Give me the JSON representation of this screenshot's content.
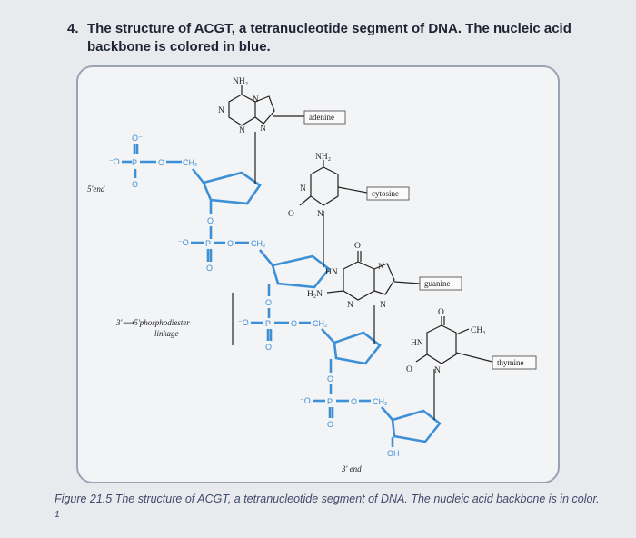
{
  "question": {
    "number": "4.",
    "text": "The structure of ACGT, a tetranucleotide segment of DNA. The nucleic acid backbone is colored in blue."
  },
  "diagram": {
    "end_labels": {
      "five_prime": "5'end",
      "three_prime": "3' end"
    },
    "linkage_label": {
      "line1": "3'⟶5'phosphodiester",
      "line2": "linkage"
    },
    "bases": {
      "adenine": "adenine",
      "cytosine": "cytosine",
      "guanine": "guanine",
      "thymine": "thymine"
    },
    "groups": {
      "nh2": "NH₂",
      "hn": "HN",
      "h2n": "H₂N",
      "ch3": "CH₃",
      "oh": "OH",
      "ch2": "CH₂"
    },
    "colors": {
      "backbone": "#3d8fd6",
      "base_lines": "#222222"
    }
  },
  "caption": {
    "text": "Figure 21.5 The structure of ACGT, a tetranucleotide segment of DNA. The nucleic acid backbone is in color.",
    "footnote_mark": "1"
  }
}
